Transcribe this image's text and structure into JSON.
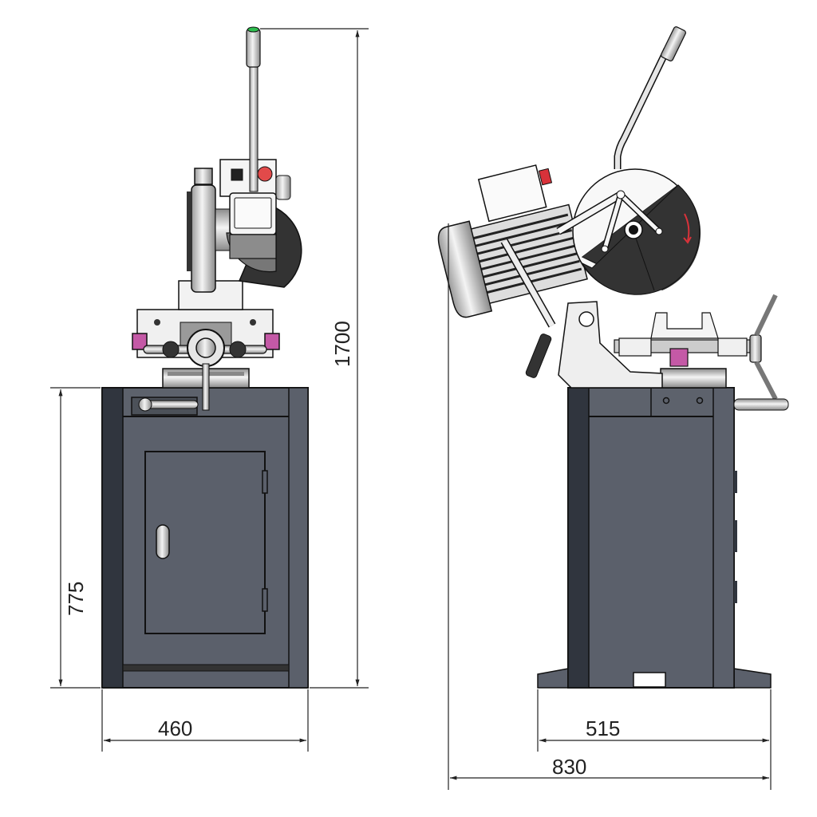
{
  "drawing": {
    "subject": "Metal cold saw on cabinet stand – dimensional drawing",
    "views": [
      {
        "name": "front-view"
      },
      {
        "name": "side-view"
      }
    ]
  },
  "dimensions": {
    "total_height": "1700",
    "stand_height": "775",
    "stand_width": "460",
    "base_depth": "515",
    "overall_depth": "830"
  },
  "colors": {
    "cabinet": "#5b606b",
    "cabinet_dark": "#30353e",
    "machine_body": "#eeeeee",
    "blade_guard": "#333333",
    "emergency_button": "#e24a4a",
    "clamp_accent": "#c459a6",
    "dimension_line": "#222222",
    "handle_tip": "#2fbf4f"
  }
}
